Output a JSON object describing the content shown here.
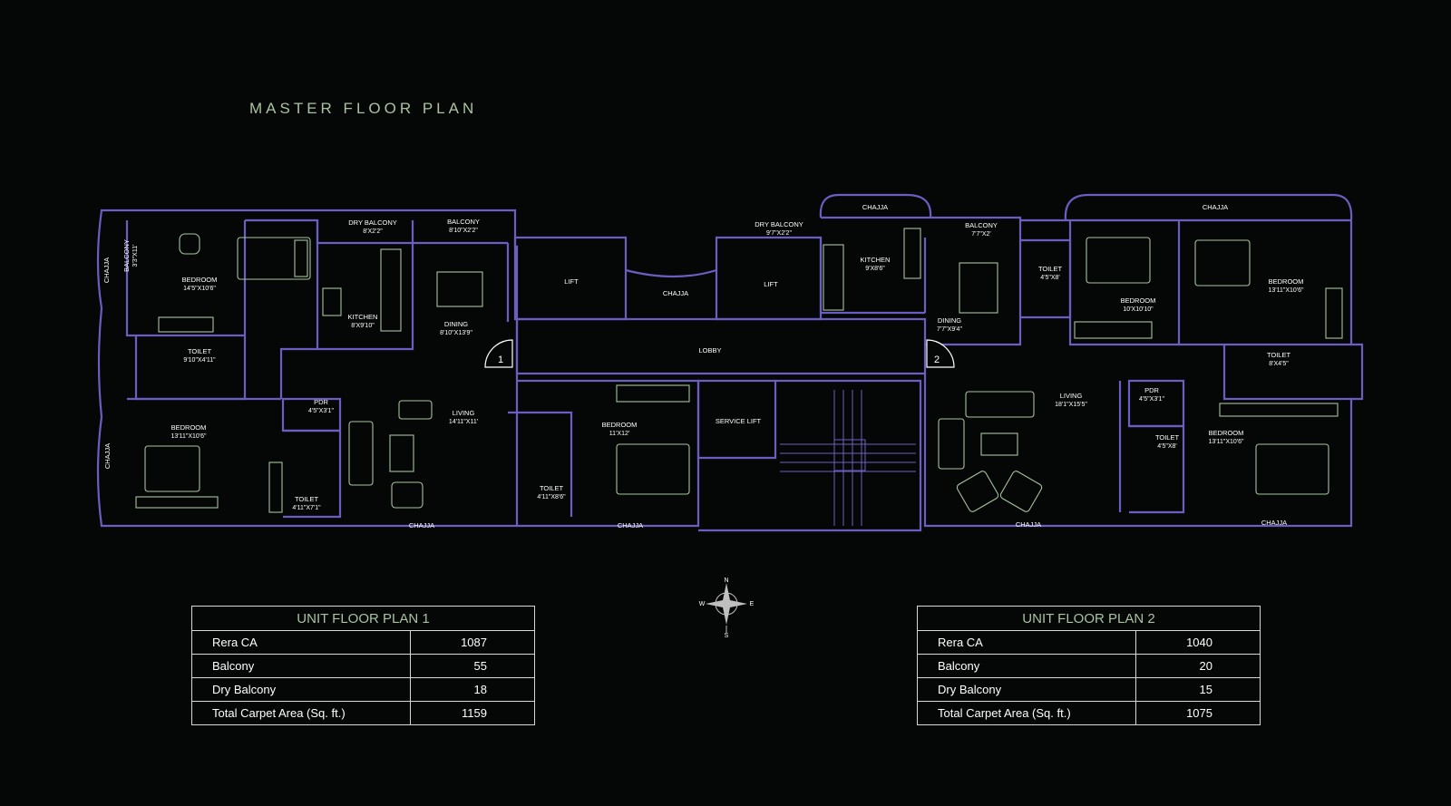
{
  "title": "MASTER FLOOR PLAN",
  "colors": {
    "wall": "#6a5fc0",
    "furniture": "#a9c3a0",
    "text": "#ffffff",
    "title": "#a9c3a0"
  },
  "rooms": {
    "balcony_l": {
      "name": "BALCONY",
      "dim": "3'3\"X11'"
    },
    "chajja_l1": "CHAJJA",
    "chajja_l2": "CHAJJA",
    "bed1": {
      "name": "BEDROOM",
      "dim": "14'5\"X10'6\""
    },
    "dry_bal1": {
      "name": "DRY BALCONY",
      "dim": "8'X2'2\""
    },
    "bal1": {
      "name": "BALCONY",
      "dim": "8'10\"X2'2\""
    },
    "kitchen1": {
      "name": "KITCHEN",
      "dim": "8'X9'10\""
    },
    "dining1": {
      "name": "DINING",
      "dim": "8'10\"X13'9\""
    },
    "toilet1": {
      "name": "TOILET",
      "dim": "9'10\"X4'11\""
    },
    "bed2": {
      "name": "BEDROOM",
      "dim": "13'11\"X10'6\""
    },
    "pdr1": {
      "name": "PDR",
      "dim": "4'5\"X3'1\""
    },
    "living1": {
      "name": "LIVING",
      "dim": "14'11\"X11'"
    },
    "toilet2": {
      "name": "TOILET",
      "dim": "4'11\"X7'1\""
    },
    "chajja_b1": "CHAJJA",
    "lift1": "LIFT",
    "chajja_c": "CHAJJA",
    "lift2": "LIFT",
    "lobby": "LOBBY",
    "unit1_no": "1",
    "unit2_no": "2",
    "bed3": {
      "name": "BEDROOM",
      "dim": "11'X12'"
    },
    "toilet3": {
      "name": "TOILET",
      "dim": "4'11\"X8'6\""
    },
    "chajja_b2": "CHAJJA",
    "service_lift": "SERVICE LIFT",
    "dry_bal2": {
      "name": "DRY BALCONY",
      "dim": "9'7\"X2'2\""
    },
    "chajja_t1": "CHAJJA",
    "kitchen2": {
      "name": "KITCHEN",
      "dim": "9'X8'6\""
    },
    "bal2": {
      "name": "BALCONY",
      "dim": "7'7\"X2'"
    },
    "dining2": {
      "name": "DINING",
      "dim": "7'7\"X9'4\""
    },
    "toilet4": {
      "name": "TOILET",
      "dim": "4'5\"X8'"
    },
    "chajja_t2": "CHAJJA",
    "bed4": {
      "name": "BEDROOM",
      "dim": "10'X10'10\""
    },
    "bed5": {
      "name": "BEDROOM",
      "dim": "13'11\"X10'6\""
    },
    "living2": {
      "name": "LIVING",
      "dim": "18'1\"X15'5\""
    },
    "toilet5": {
      "name": "TOILET",
      "dim": "8'X4'5\""
    },
    "pdr2": {
      "name": "PDR",
      "dim": "4'5\"X3'1\""
    },
    "toilet6": {
      "name": "TOILET",
      "dim": "4'5\"X8'"
    },
    "bed6": {
      "name": "BEDROOM",
      "dim": "13'11\"X10'6\""
    },
    "chajja_b3": "CHAJJA",
    "chajja_b4": "CHAJJA"
  },
  "compass": {
    "n": "N",
    "s": "S",
    "e": "E",
    "w": "W"
  },
  "unit1": {
    "heading": "UNIT FLOOR PLAN 1",
    "rows": [
      {
        "label": "Rera CA",
        "value": "1087"
      },
      {
        "label": "Balcony",
        "value": "55"
      },
      {
        "label": "Dry Balcony",
        "value": "18"
      },
      {
        "label": "Total Carpet Area (Sq. ft.)",
        "value": "1159"
      }
    ]
  },
  "unit2": {
    "heading": "UNIT FLOOR PLAN 2",
    "rows": [
      {
        "label": "Rera CA",
        "value": "1040"
      },
      {
        "label": "Balcony",
        "value": "20"
      },
      {
        "label": "Dry Balcony",
        "value": "15"
      },
      {
        "label": "Total Carpet Area (Sq. ft.)",
        "value": "1075"
      }
    ]
  }
}
